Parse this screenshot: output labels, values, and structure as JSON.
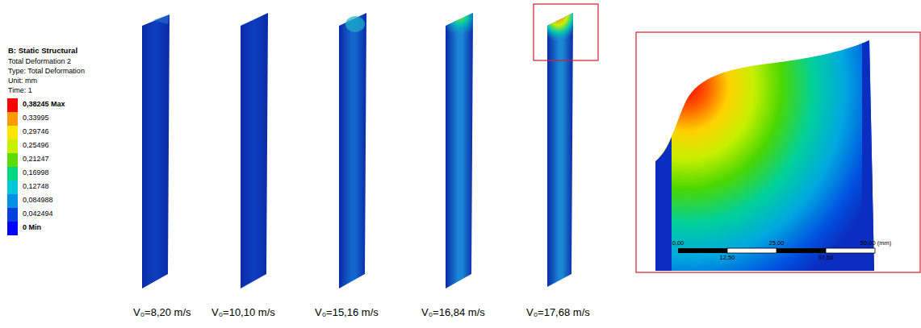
{
  "diagram": {
    "title": "B: Static Structural",
    "labels": [
      "Total Deformation 2",
      "Type: Total Deformation",
      "Unit: mm",
      "Time: 1",
      "V₀=8,20 m/s",
      "V₀=10,10 m/s",
      "V₀=15,16 m/s",
      "V₀=16,84 m/s",
      "V₀=17,68 m/s",
      "0,00",
      "25,00",
      "50,00 (mm)",
      "12,50",
      "37,50"
    ],
    "legend": [
      {
        "text": "0,38245 Max",
        "color": "#ff0000"
      },
      {
        "text": "0,33995",
        "color": "#ff9a00"
      },
      {
        "text": "0,29746",
        "color": "#ffe600"
      },
      {
        "text": "0,25496",
        "color": "#c8f000"
      },
      {
        "text": "0,21247",
        "color": "#5cdc00"
      },
      {
        "text": "0,16998",
        "color": "#00d884"
      },
      {
        "text": "0,12748",
        "color": "#00c8d8"
      },
      {
        "text": "0,084988",
        "color": "#0090e8"
      },
      {
        "text": "0,042494",
        "color": "#0040e0"
      },
      {
        "text": "0 Min",
        "color": "#0000ff"
      }
    ]
  }
}
